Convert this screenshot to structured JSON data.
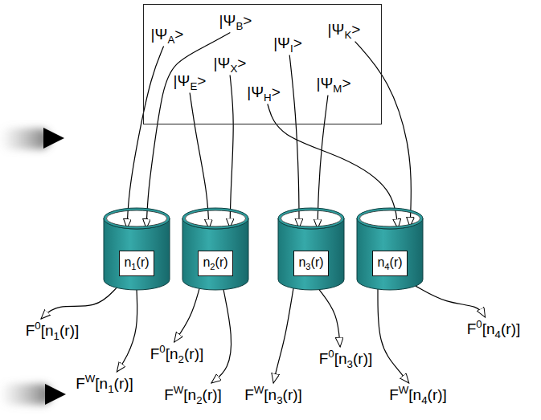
{
  "diagram": {
    "nodes": [
      {
        "text": []
      },
      {
        "text": [
          "|ΨA>"
        ],
        "in": 0
      },
      {
        "text": [
          "|ΨB>"
        ],
        "in": 0
      },
      {
        "text": [
          "|ΨI>"
        ],
        "in": 0
      },
      {
        "text": [
          "|ΨK>"
        ],
        "in": 0
      },
      {
        "text": [
          "|ΨE>"
        ],
        "in": 0
      },
      {
        "text": [
          "|ΨX>"
        ],
        "in": 0
      },
      {
        "text": [
          "|ΨH>"
        ],
        "in": 0
      },
      {
        "text": [
          "|ΨM>"
        ],
        "in": 0
      },
      {
        "text": [
          "n1(r)"
        ]
      },
      {
        "text": [
          "n2(r)"
        ]
      },
      {
        "text": [
          "n3(r)"
        ]
      },
      {
        "text": [
          "n4(r)"
        ]
      },
      {
        "text": [
          "F0[n1(r)]"
        ]
      },
      {
        "text": [
          "FW[n1(r)]"
        ]
      },
      {
        "text": [
          "F0[n2(r)]"
        ]
      },
      {
        "text": [
          "FW[n2(r)]"
        ]
      },
      {
        "text": [
          "F0[n3(r)]"
        ]
      },
      {
        "text": [
          "FW[n3(r)]"
        ]
      },
      {
        "text": [
          "F0[n4(r)]"
        ]
      },
      {
        "text": [
          "FW[n4(r)]"
        ]
      }
    ],
    "edges": [
      {
        "from": 1,
        "to": 9,
        "arrow": "to"
      },
      {
        "from": 2,
        "to": 9,
        "arrow": "to"
      },
      {
        "from": 5,
        "to": 10,
        "arrow": "to"
      },
      {
        "from": 6,
        "to": 10,
        "arrow": "to"
      },
      {
        "from": 3,
        "to": 11,
        "arrow": "to"
      },
      {
        "from": 8,
        "to": 11,
        "arrow": "to"
      },
      {
        "from": 7,
        "to": 12,
        "arrow": "to"
      },
      {
        "from": 4,
        "to": 12,
        "arrow": "to"
      },
      {
        "from": 9,
        "to": 13,
        "arrow": "to"
      },
      {
        "from": 9,
        "to": 14,
        "arrow": "to"
      },
      {
        "from": 10,
        "to": 15,
        "arrow": "to"
      },
      {
        "from": 10,
        "to": 16,
        "arrow": "to"
      },
      {
        "from": 11,
        "to": 17,
        "arrow": "to"
      },
      {
        "from": 11,
        "to": 18,
        "arrow": "to"
      },
      {
        "from": 12,
        "to": 19,
        "arrow": "to"
      },
      {
        "from": 12,
        "to": 20,
        "arrow": "to"
      }
    ]
  }
}
